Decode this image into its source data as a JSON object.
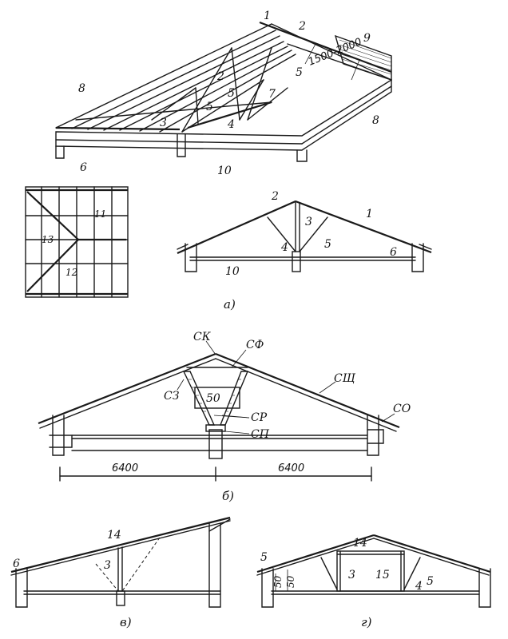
{
  "figure_a": {
    "caption": "а)",
    "iso_labels": {
      "l1": "1",
      "l2a": "2",
      "l2b": "2",
      "l3": "3",
      "l4": "4",
      "l5a": "5",
      "l5b": "5",
      "l5c": "5",
      "l6": "6",
      "l7": "7",
      "l8a": "8",
      "l8b": "8",
      "l9": "9",
      "l10": "10",
      "spacing": "1500-2000"
    },
    "plan_labels": {
      "l11": "11",
      "l12": "12",
      "l13": "13"
    },
    "section_labels": {
      "l1": "1",
      "l2": "2",
      "l3": "3",
      "l4": "4",
      "l5": "5",
      "l6": "6",
      "l10": "10"
    }
  },
  "figure_b": {
    "caption": "б)",
    "labels": {
      "sk": "СК",
      "sf": "СФ",
      "sz": "СЗ",
      "sshch": "СЩ",
      "sr": "СР",
      "sp": "СП",
      "sd": "СО",
      "w50": "50"
    },
    "dims": {
      "left": "6400",
      "right": "6400"
    }
  },
  "figure_v": {
    "caption": "в)",
    "labels": {
      "l6": "6",
      "l14": "14",
      "l3": "3"
    }
  },
  "figure_g": {
    "caption": "г)",
    "labels": {
      "l5a": "5",
      "l14": "14",
      "l3": "3",
      "l15": "15",
      "l4": "4",
      "l5b": "5",
      "d50a": "50",
      "d50b": "50"
    }
  }
}
